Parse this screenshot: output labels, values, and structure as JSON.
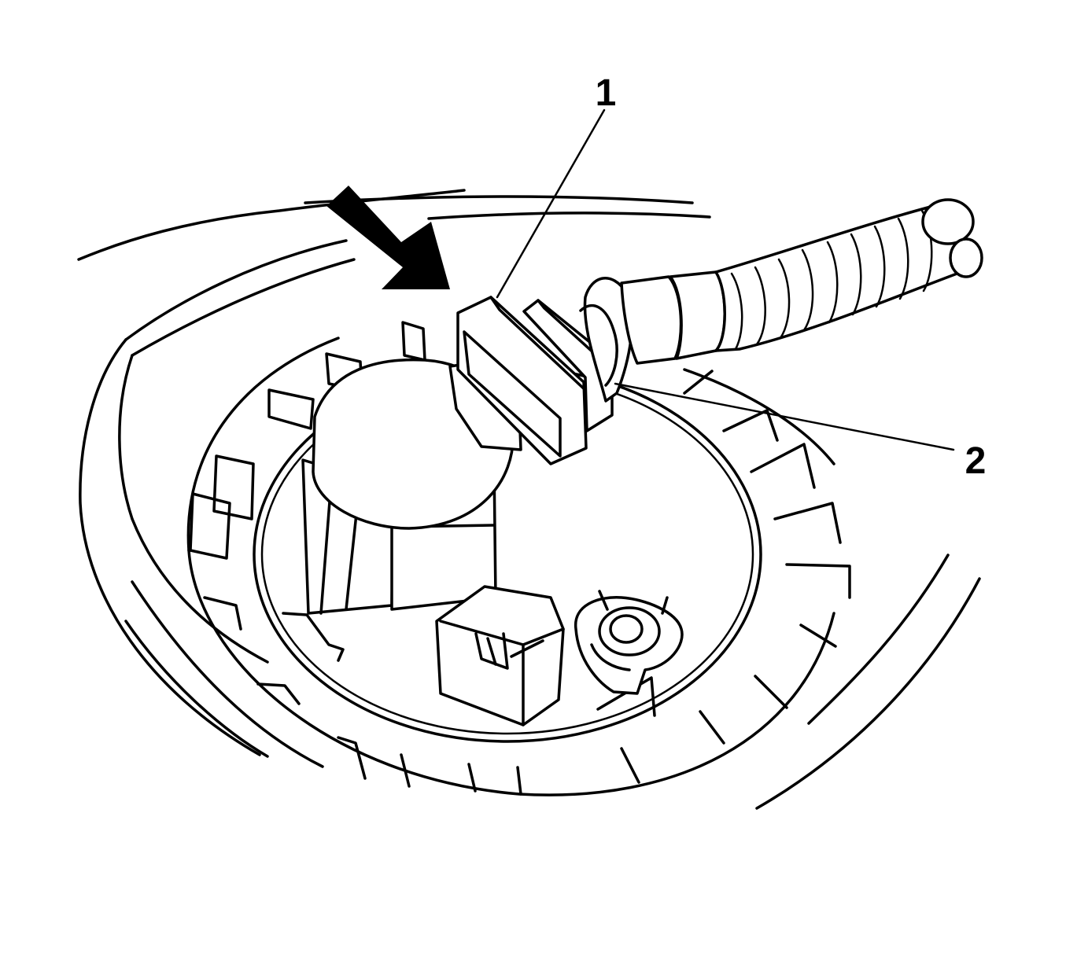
{
  "callouts": [
    {
      "id": "1",
      "label": "1"
    },
    {
      "id": "2",
      "label": "2"
    }
  ],
  "colors": {
    "line": "#000000",
    "background": "#ffffff",
    "arrow": "#000000"
  },
  "icons": {
    "direction": "arrow-icon"
  }
}
